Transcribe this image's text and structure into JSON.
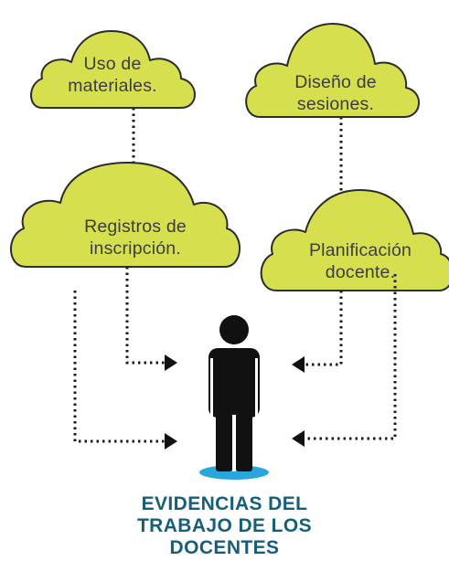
{
  "colors": {
    "cloud_fill": "#d6e04e",
    "cloud_stroke": "#2b2b2b",
    "person": "#111111",
    "shadow": "#29a6dc",
    "caption": "#155f7a",
    "text": "#3b3d3f"
  },
  "clouds": [
    {
      "id": "uso-de-materiales",
      "lines": [
        "Uso de",
        "materiales."
      ]
    },
    {
      "id": "diseno-de-sesiones",
      "lines": [
        "Diseño de",
        "sesiones."
      ]
    },
    {
      "id": "registros-de-inscripcion",
      "lines": [
        "Registros de",
        "inscripción."
      ]
    },
    {
      "id": "planificacion-docente",
      "lines": [
        "Planificación",
        "docente."
      ]
    }
  ],
  "figure": {
    "icon": "person-icon"
  },
  "caption": {
    "lines": [
      "EVIDENCIAS DEL",
      "TRABAJO DE LOS",
      "DOCENTES"
    ]
  }
}
